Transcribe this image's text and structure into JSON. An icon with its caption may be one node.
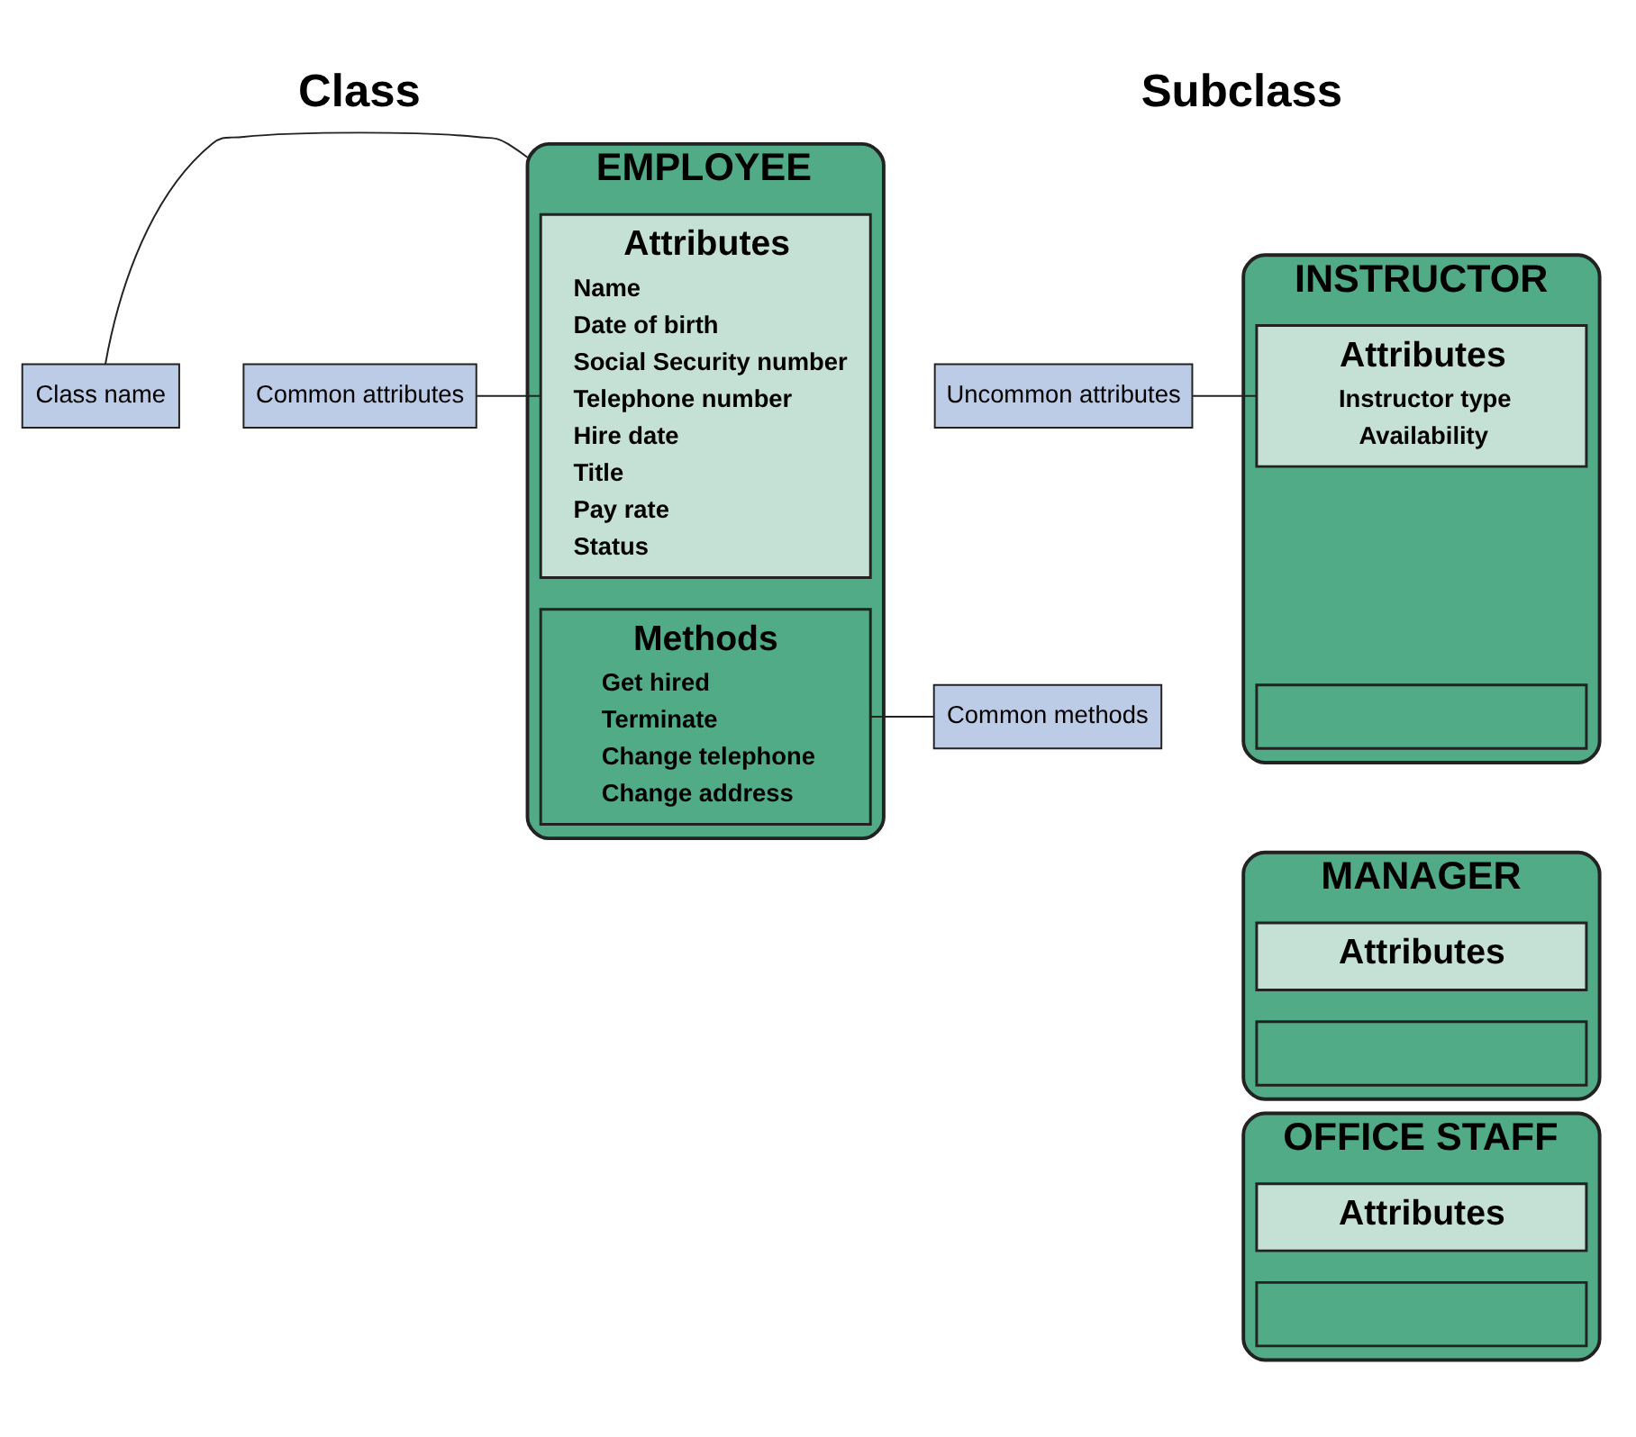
{
  "diagram": {
    "nodes": [
      {
        "text": [
          "EMPLOYEE"
        ]
      },
      {
        "text": [
          "Attributes",
          "Name",
          "Date of birth",
          "Social Security number",
          "Telephone number",
          "Hire date",
          "Title",
          "Pay rate",
          "Status"
        ],
        "in": 0
      },
      {
        "text": [
          "Methods",
          "Get hired",
          "Terminate",
          "Change telephone",
          "Change address"
        ],
        "in": 0
      },
      {
        "text": [
          "MANAGER"
        ]
      },
      {
        "text": [
          "Attributes"
        ],
        "in": 3
      },
      {
        "text": [],
        "shape": "box",
        "in": 3
      },
      {
        "text": [
          "OFFICE STAFF"
        ]
      },
      {
        "text": [
          "Attributes"
        ],
        "in": 6
      },
      {
        "text": [],
        "shape": "box",
        "in": 6
      },
      {
        "text": [
          "INSTRUCTOR"
        ]
      },
      {
        "text": [
          "Attributes",
          "Instructor type",
          "Availability"
        ],
        "in": 9
      },
      {
        "text": [],
        "shape": "box",
        "in": 9
      },
      {
        "text": [
          "Class name"
        ]
      },
      {
        "text": [
          "Common attributes"
        ]
      },
      {
        "text": [
          "Common methods"
        ]
      },
      {
        "text": [
          "Uncommon attributes"
        ]
      }
    ],
    "edges": [
      {
        "from": 12,
        "to": 0,
        "arrow": "none"
      },
      {
        "from": 13,
        "to": 1,
        "arrow": "none"
      },
      {
        "from": 14,
        "to": 2,
        "arrow": "none"
      },
      {
        "from": 15,
        "to": 10,
        "arrow": "none"
      }
    ],
    "labels": [
      "Class",
      "Subclass"
    ]
  }
}
